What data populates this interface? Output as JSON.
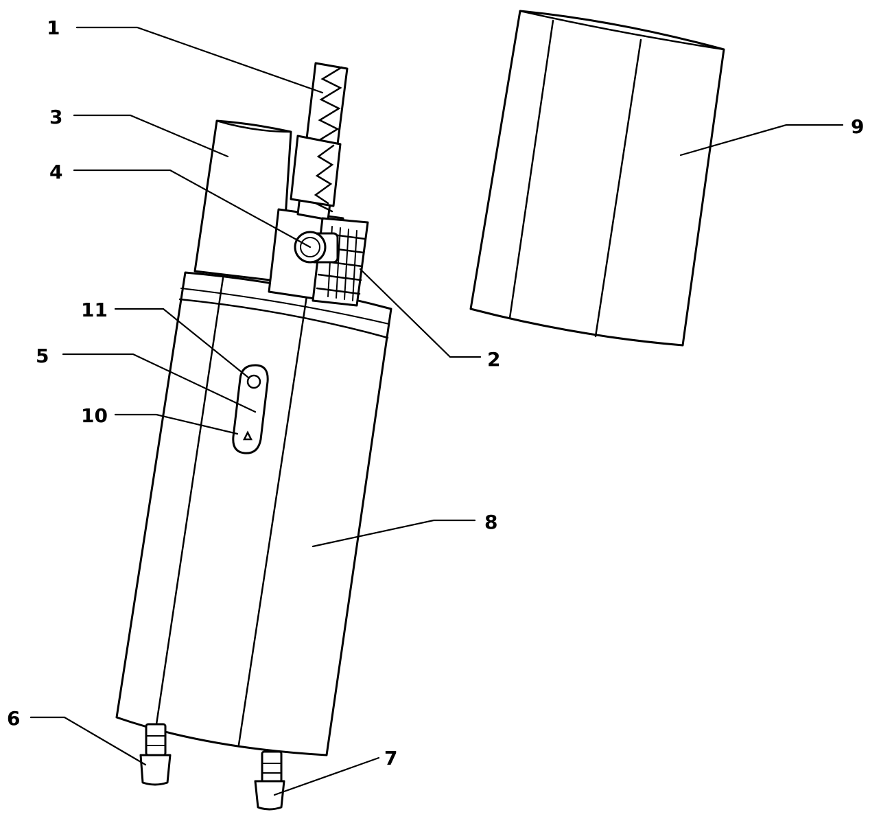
{
  "figure": {
    "colors": {
      "ink": "#000000",
      "paper": "#ffffff"
    },
    "callouts": [
      {
        "id": "1",
        "text": "1"
      },
      {
        "id": "2",
        "text": "2"
      },
      {
        "id": "3",
        "text": "3"
      },
      {
        "id": "4",
        "text": "4"
      },
      {
        "id": "5",
        "text": "5"
      },
      {
        "id": "6",
        "text": "6"
      },
      {
        "id": "7",
        "text": "7"
      },
      {
        "id": "8",
        "text": "8"
      },
      {
        "id": "9",
        "text": "9"
      },
      {
        "id": "10",
        "text": "10"
      },
      {
        "id": "11",
        "text": "11"
      }
    ]
  }
}
